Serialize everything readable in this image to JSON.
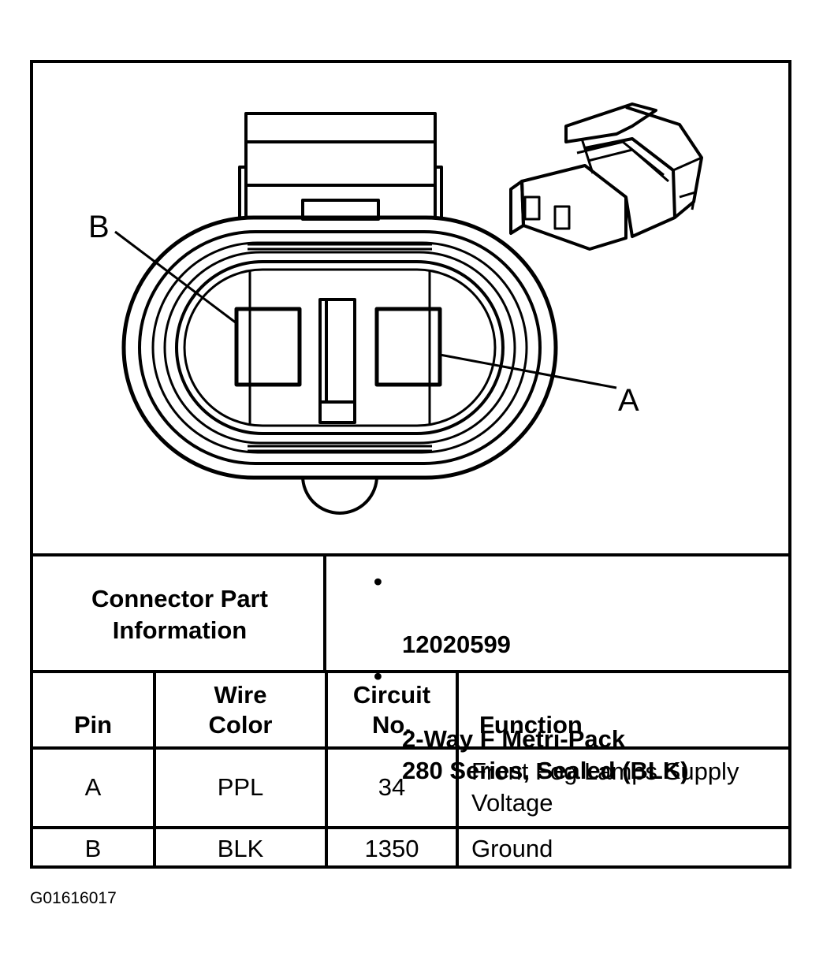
{
  "callouts": {
    "pin_b": "B",
    "pin_a": "A"
  },
  "part_info": {
    "label": "Connector Part\nInformation",
    "items": [
      "12020599",
      "2-Way F Metri-Pack\n280 Series, Sealed (BLK)"
    ]
  },
  "table": {
    "headers": {
      "pin": "Pin",
      "wire_color": "Wire\nColor",
      "circuit": "Circuit\nNo.",
      "function": "Function"
    },
    "rows": [
      {
        "pin": "A",
        "wire_color": "PPL",
        "circuit": "34",
        "function": "Front Fog Lamps Supply\nVoltage"
      },
      {
        "pin": "B",
        "wire_color": "BLK",
        "circuit": "1350",
        "function": "Ground"
      }
    ]
  },
  "figure_id": "G01616017"
}
